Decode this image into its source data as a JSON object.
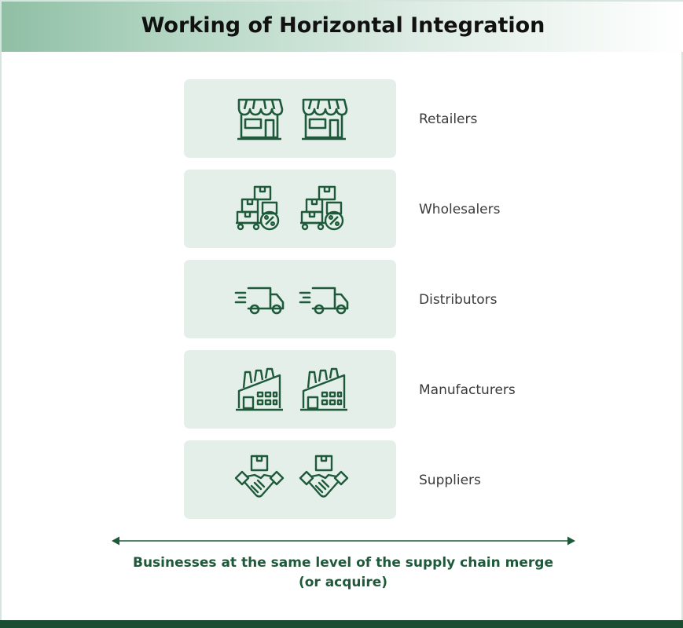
{
  "title": "Working of Horizontal Integration",
  "colors": {
    "header_gradient_start": "#8fbfa5",
    "card_background": "#e5efea",
    "icon_stroke": "#1e5a3a",
    "caption_text": "#1e5a3a",
    "bottom_bar": "#1b4d33"
  },
  "levels": [
    {
      "label": "Retailers",
      "icon": "store-icon"
    },
    {
      "label": "Wholesalers",
      "icon": "boxes-cart-icon"
    },
    {
      "label": "Distributors",
      "icon": "delivery-truck-icon"
    },
    {
      "label": "Manufacturers",
      "icon": "factory-icon"
    },
    {
      "label": "Suppliers",
      "icon": "handshake-box-icon"
    }
  ],
  "arrow": {
    "icon": "double-headed-arrow-icon"
  },
  "caption_line1": "Businesses at the same level of the supply chain merge",
  "caption_line2": "(or acquire)"
}
